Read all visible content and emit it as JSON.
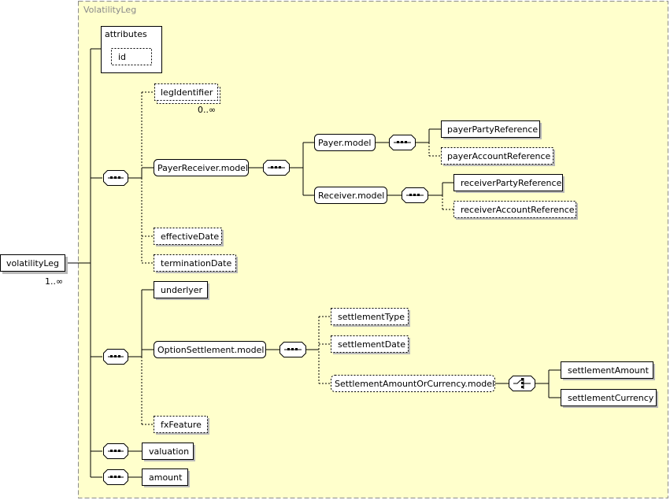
{
  "group": {
    "title": "VolatilityLeg"
  },
  "root": {
    "label": "volatilityLeg",
    "cardinality": "1..∞"
  },
  "attributes": {
    "title": "attributes",
    "items": [
      "id"
    ]
  },
  "elements": {
    "legIdentifier": {
      "label": "legIdentifier",
      "cardinality": "0..∞"
    },
    "payerReceiverModel": "PayerReceiver.model",
    "payerModel": "Payer.model",
    "receiverModel": "Receiver.model",
    "payerPartyReference": "payerPartyReference",
    "payerAccountReference": "payerAccountReference",
    "receiverPartyReference": "receiverPartyReference",
    "receiverAccountReference": "receiverAccountReference",
    "effectiveDate": "effectiveDate",
    "terminationDate": "terminationDate",
    "underlyer": "underlyer",
    "optionSettlementModel": "OptionSettlement.model",
    "settlementType": "settlementType",
    "settlementDate": "settlementDate",
    "settlementAmountOrCurrencyModel": "SettlementAmountOrCurrency.model",
    "settlementAmount": "settlementAmount",
    "settlementCurrency": "settlementCurrency",
    "fxFeature": "fxFeature",
    "valuation": "valuation",
    "amount": "amount"
  },
  "colors": {
    "group_fill": "#ffffcc",
    "group_border": "#8a8a8a",
    "box_fill": "#ffffff",
    "line": "#000000"
  }
}
